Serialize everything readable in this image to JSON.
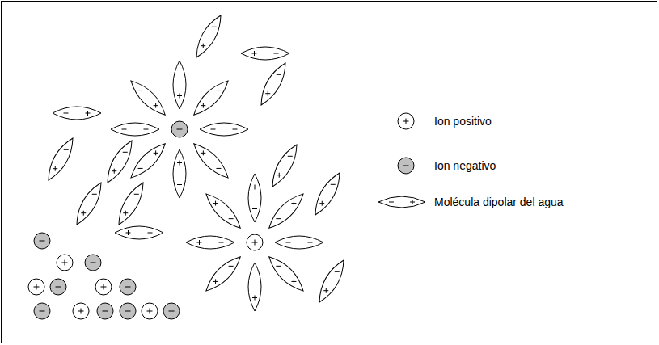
{
  "diagram": {
    "legend": [
      {
        "text": "Ion positivo"
      },
      {
        "text": "Ion negativo"
      },
      {
        "text": "Molécula dipolar del agua"
      }
    ]
  }
}
